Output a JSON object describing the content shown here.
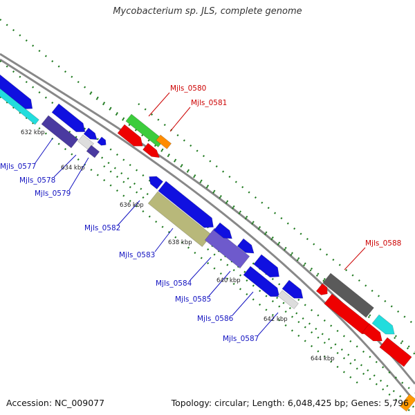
{
  "title": "Mycobacterium sp. JLS, complete genome",
  "footer": {
    "accession": "Accession: NC_009077",
    "summary": "Topology: circular; Length: 6,048,425 bp; Genes: 5,796"
  },
  "colors": {
    "backbone": "#888888",
    "tick_dots": "#1f7a1f",
    "label_blue": "#1010c0",
    "label_red": "#cc0000"
  },
  "tick_labels": [
    "632 kbp",
    "634 kbp",
    "636 kbp",
    "638 kbp",
    "640 kbp",
    "642 kbp",
    "644 kbp"
  ],
  "genes": [
    {
      "name": "Mjls_0577",
      "color": "blue",
      "strand": "minus"
    },
    {
      "name": "Mjls_0578",
      "color": "blue",
      "strand": "minus"
    },
    {
      "name": "Mjls_0579",
      "color": "blue",
      "strand": "minus"
    },
    {
      "name": "Mjls_0580",
      "color": "red",
      "strand": "plus"
    },
    {
      "name": "Mjls_0581",
      "color": "red",
      "strand": "plus"
    },
    {
      "name": "Mjls_0582",
      "color": "blue",
      "strand": "minus"
    },
    {
      "name": "Mjls_0583",
      "color": "blue",
      "strand": "minus"
    },
    {
      "name": "Mjls_0584",
      "color": "blue",
      "strand": "minus"
    },
    {
      "name": "Mjls_0585",
      "color": "blue",
      "strand": "minus"
    },
    {
      "name": "Mjls_0586",
      "color": "blue",
      "strand": "minus"
    },
    {
      "name": "Mjls_0587",
      "color": "blue",
      "strand": "minus"
    },
    {
      "name": "Mjls_0588",
      "color": "red",
      "strand": "plus"
    }
  ]
}
